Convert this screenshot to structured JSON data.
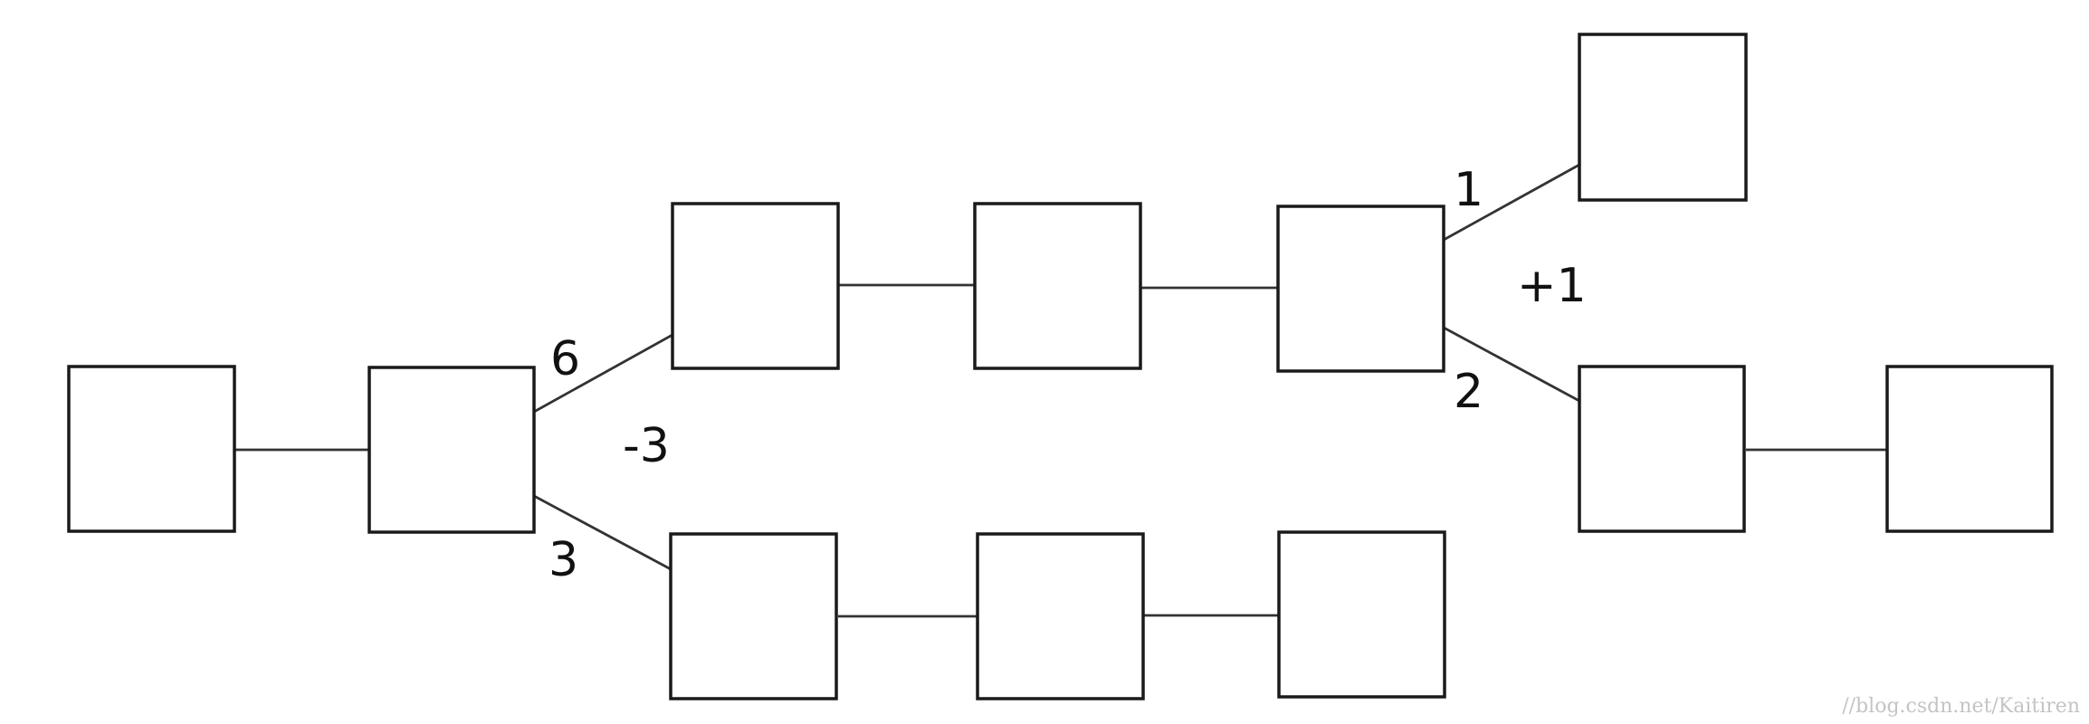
{
  "diagram": {
    "labels": {
      "edge_upper_left": "6",
      "edge_lower_left": "3",
      "diff_left": "-3",
      "edge_upper_right": "1",
      "edge_lower_right": "2",
      "diff_right": "+1"
    },
    "watermark": "//blog.csdn.net/Kaitiren"
  }
}
